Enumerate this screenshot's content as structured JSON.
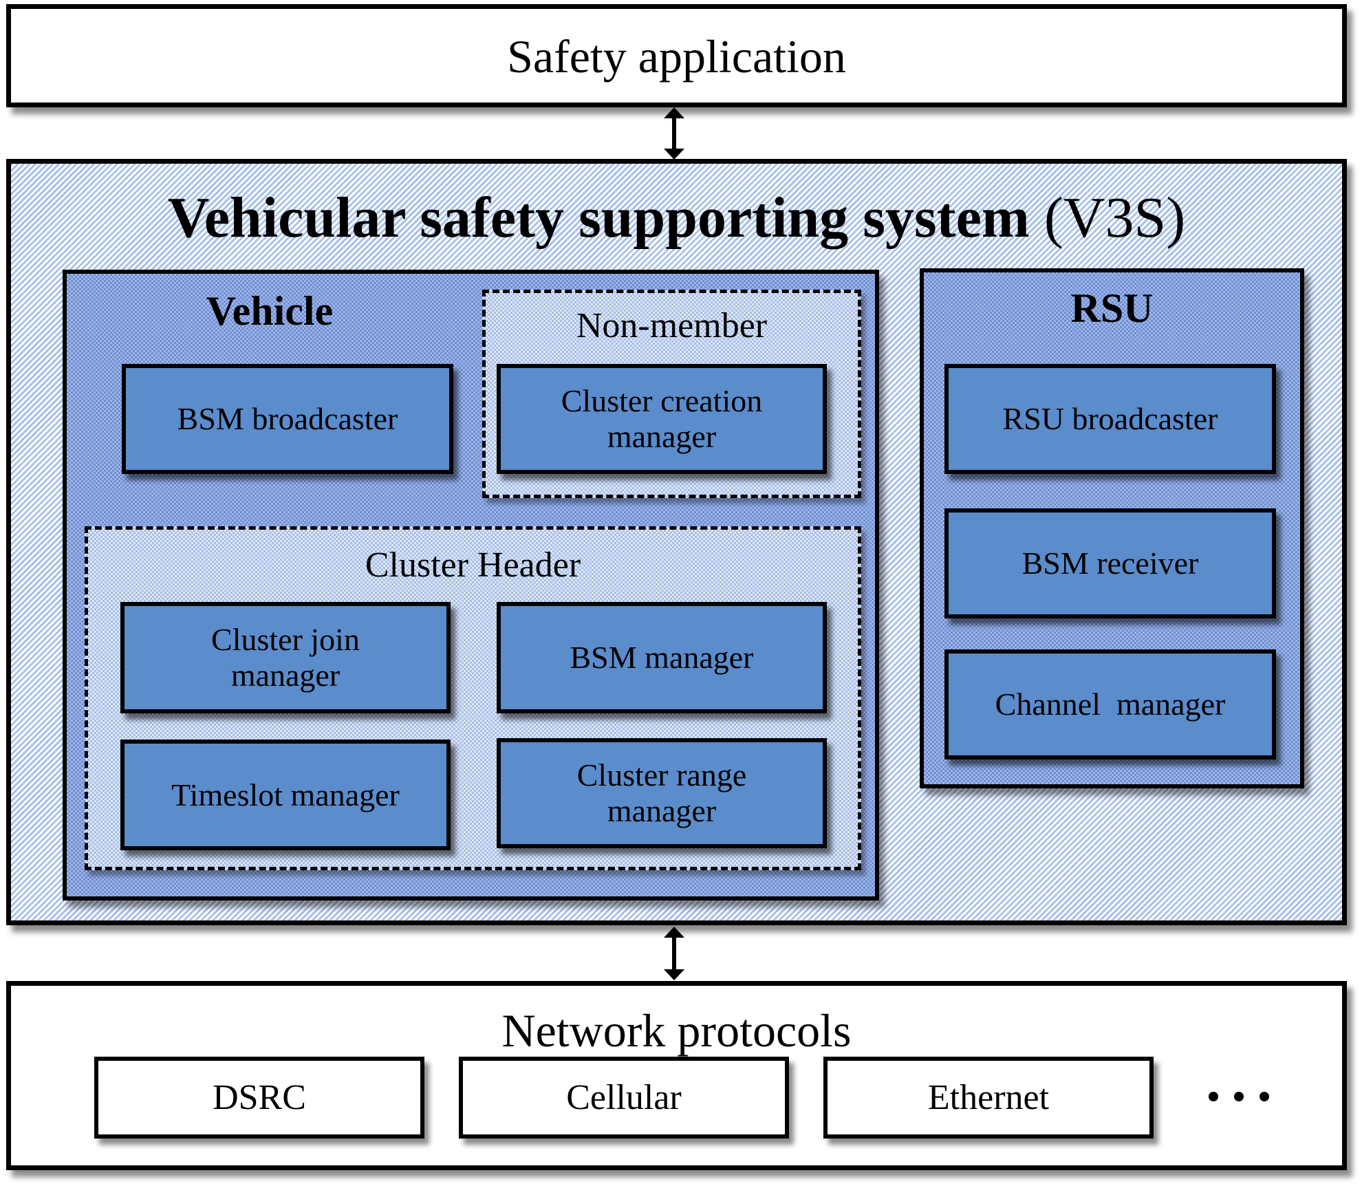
{
  "safety_application": {
    "label": "Safety application"
  },
  "v3s": {
    "title_bold": "Vehicular safety supporting system",
    "title_regular": "(V3S)"
  },
  "vehicle": {
    "label": "Vehicle",
    "bsm_broadcaster": "BSM broadcaster",
    "non_member": {
      "label": "Non-member",
      "cluster_creation_manager": {
        "line1": "Cluster creation",
        "line2": "manager"
      }
    },
    "cluster_header": {
      "label": "Cluster Header",
      "cluster_join_manager": {
        "line1": "Cluster join",
        "line2": "manager"
      },
      "bsm_manager": "BSM manager",
      "timeslot_manager": "Timeslot manager",
      "cluster_range_manager": {
        "line1": "Cluster range",
        "line2": "manager"
      }
    }
  },
  "rsu": {
    "label": "RSU",
    "modules": [
      "RSU broadcaster",
      "BSM receiver",
      "Channel  manager"
    ]
  },
  "network": {
    "label": "Network protocols",
    "protocols": [
      "DSRC",
      "Cellular",
      "Ethernet"
    ],
    "more_icon": "ellipsis-icon"
  },
  "connectors": {
    "top": "bidirectional-arrow-icon",
    "bottom": "bidirectional-arrow-icon"
  }
}
